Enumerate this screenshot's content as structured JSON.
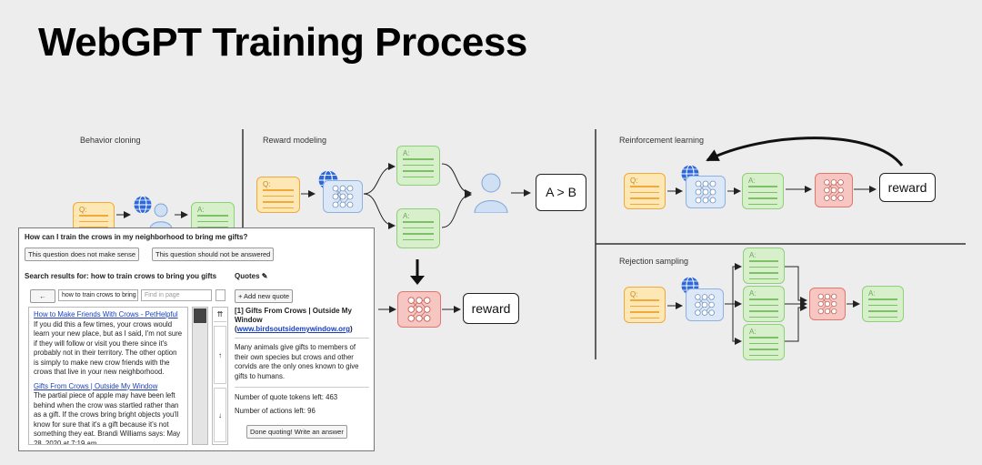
{
  "title": "WebGPT Training Process",
  "sections": {
    "behavior_cloning": "Behavior cloning",
    "reward_modeling": "Reward modeling",
    "reinforcement_learning": "Reinforcement learning",
    "rejection_sampling": "Rejection sampling"
  },
  "node_tags": {
    "question": "Q:",
    "answer": "A:"
  },
  "labels": {
    "comparison": "A > B",
    "reward": "reward"
  },
  "icons": [
    "globe-icon",
    "neural-network-icon",
    "person-icon",
    "arrow-down-icon"
  ],
  "colors": {
    "question": "#fde7b4",
    "answer": "#d8efcb",
    "policy_model": "#dce8f8",
    "reward_model": "#f6c6c2"
  },
  "interface": {
    "question": "How can I train the crows in my neighborhood to bring me gifts?",
    "buttons": {
      "no_sense": "This question does not make sense",
      "no_answer": "This question should not be answered",
      "back": "←",
      "add_quote": "+ Add new quote",
      "top": "⇈",
      "up": "↑",
      "down": "↓",
      "done": "Done quoting! Write an answer"
    },
    "search_header": "Search results for: how to train crows to bring you gifts",
    "search_value": "how to train crows to bring",
    "find_placeholder": "Find in page",
    "results": [
      {
        "title": "How to Make Friends With Crows - PetHelpful",
        "text": "If you did this a few times, your crows would learn your new place, but as I said, I'm not sure if they will follow or visit you there since it's probably not in their territory. The other option is simply to make new crow friends with the crows that live in your new neighborhood."
      },
      {
        "title": "Gifts From Crows | Outside My Window",
        "text": "The partial piece of apple may have been left behind when the crow was startled rather than as a gift. If the crows bring bright objects you'll know for sure that it's a gift because it's not something they eat. Brandi Williams says: May 28, 2020 at 7:19 am."
      }
    ],
    "quotes_header": "Quotes ✎",
    "quote_title": "[1] Gifts From Crows | Outside My Window",
    "quote_url": "www.birdsoutsidemywindow.org",
    "quote_text": "Many animals give gifts to members of their own species but crows and other corvids are the only ones known to give gifts to humans.",
    "tokens_left": "Number of quote tokens left: 463",
    "actions_left": "Number of actions left: 96"
  }
}
